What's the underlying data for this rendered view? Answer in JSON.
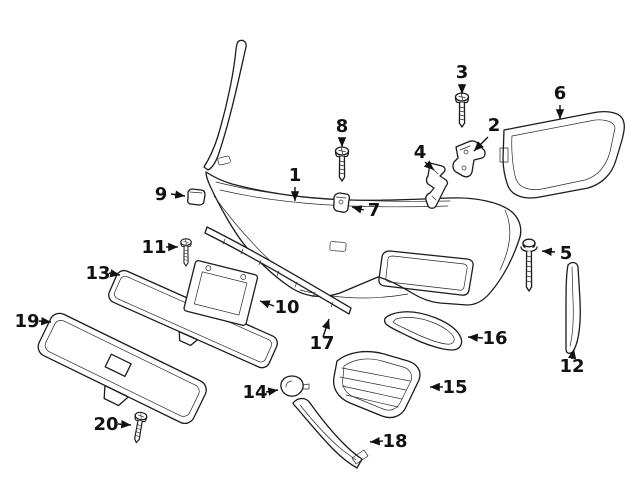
{
  "diagram": {
    "background_color": "#ffffff",
    "line_color": "#1c1c1c",
    "labels": [
      {
        "num": "1"
      },
      {
        "num": "2"
      },
      {
        "num": "3"
      },
      {
        "num": "4"
      },
      {
        "num": "5"
      },
      {
        "num": "6"
      },
      {
        "num": "7"
      },
      {
        "num": "8"
      },
      {
        "num": "9"
      },
      {
        "num": "10"
      },
      {
        "num": "11"
      },
      {
        "num": "12"
      },
      {
        "num": "13"
      },
      {
        "num": "14"
      },
      {
        "num": "15"
      },
      {
        "num": "16"
      },
      {
        "num": "17"
      },
      {
        "num": "18"
      },
      {
        "num": "19"
      },
      {
        "num": "20"
      }
    ]
  }
}
